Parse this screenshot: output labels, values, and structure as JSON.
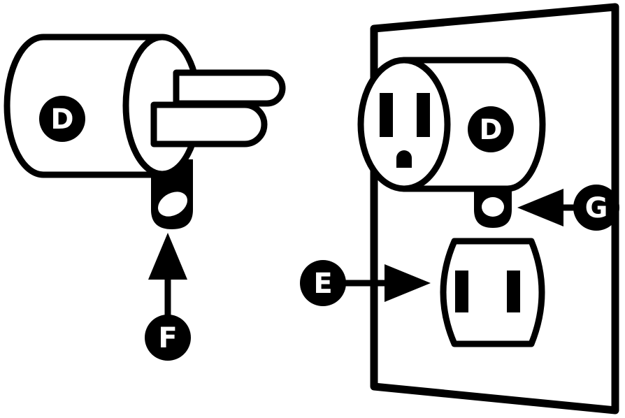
{
  "colors": {
    "ink": "#000000",
    "paper": "#ffffff"
  },
  "labels": {
    "adapter": "D",
    "receptacle_adapter": "D",
    "lower_outlet": "E",
    "adapter_tab": "F",
    "outlet_screw": "G"
  }
}
